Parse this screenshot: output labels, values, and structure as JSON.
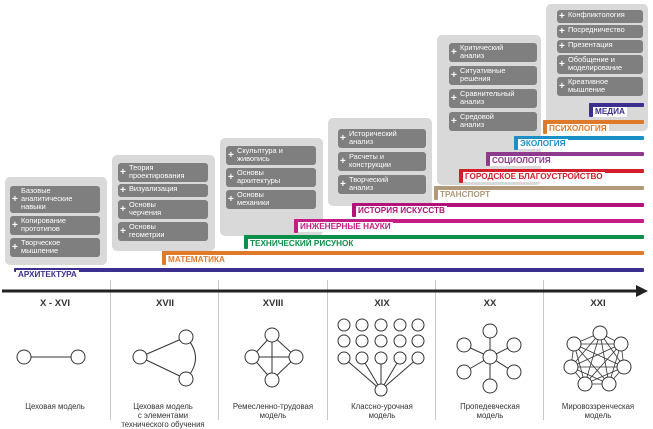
{
  "colors": {
    "architecture": "#3b2f8f",
    "mathematics": "#e07a2b",
    "technical_drawing": "#0b8f4a",
    "engineering": "#c41e85",
    "art_history": "#b3127a",
    "transport": "#b09a7a",
    "urban": "#d21f2b",
    "sociology": "#8e3b8e",
    "ecology": "#1a8fc8",
    "psychology": "#e07a2b",
    "media": "#3b2f8f",
    "panel": "#d9d9d9",
    "skill_box": "#7f7f7f"
  },
  "panels": [
    {
      "skills": [
        "Базовые\nаналитические\nнавыки",
        "Копирование\nпрототипов",
        "Творческое\nмышление"
      ]
    },
    {
      "skills": [
        "Теория\nпроектирования",
        "Визуализация",
        "Основы\nчерчения",
        "Основы\nгеометрии"
      ]
    },
    {
      "skills": [
        "Скульптура и\nживопись",
        "Основы\nархитектуры",
        "Основы\nмеханики"
      ]
    },
    {
      "skills": [
        "Исторический\nанализ",
        "Расчеты и\nконструкции",
        "Творческий\nанализ"
      ]
    },
    {
      "skills": [
        "Критический\nанализ",
        "Ситуативные\nрешения",
        "Сравнительный\nанализ",
        "Средовой\nанализ"
      ]
    },
    {
      "skills": [
        "Конфликтология",
        "Посредничество",
        "Презентация",
        "Обобщение и\nмоделирование",
        "Креативное\nмышление"
      ]
    }
  ],
  "disciplines": [
    {
      "key": "architecture",
      "label": "АРХИТЕКТУРА"
    },
    {
      "key": "mathematics",
      "label": "МАТЕМАТИКА"
    },
    {
      "key": "technical_drawing",
      "label": "ТЕХНИЧЕСКИЙ РИСУНОК"
    },
    {
      "key": "engineering",
      "label": "ИНЖЕНЕРНЫЕ НАУКИ"
    },
    {
      "key": "art_history",
      "label": "ИСТОРИЯ ИСКУССТВ"
    },
    {
      "key": "transport",
      "label": "ТРАНСПОРТ"
    },
    {
      "key": "urban",
      "label": "ГОРОДСКОЕ БЛАГОУСТРОЙСТВО"
    },
    {
      "key": "sociology",
      "label": "СОЦИОЛОГИЯ"
    },
    {
      "key": "ecology",
      "label": "ЭКОЛОГИЯ"
    },
    {
      "key": "psychology",
      "label": "ПСИХОЛОГИЯ"
    },
    {
      "key": "media",
      "label": "МЕДИА"
    }
  ],
  "centuries": [
    "X - XVI",
    "XVII",
    "XVIII",
    "XIX",
    "XX",
    "XXI"
  ],
  "models": [
    {
      "label": "Цеховая модель",
      "icon": "two-node-line-icon"
    },
    {
      "label": "Цеховая модель\nс элементами\nтехнического обучения",
      "icon": "triangle-network-icon"
    },
    {
      "label": "Ремесленно-трудовая\nмодель",
      "icon": "diamond-network-icon"
    },
    {
      "label": "Классно-урочная\nмодель",
      "icon": "grid-tree-network-icon"
    },
    {
      "label": "Пропедевческая\nмодель",
      "icon": "star-network-icon"
    },
    {
      "label": "Мировоззренческая\nмодель",
      "icon": "full-mesh-network-icon"
    }
  ]
}
